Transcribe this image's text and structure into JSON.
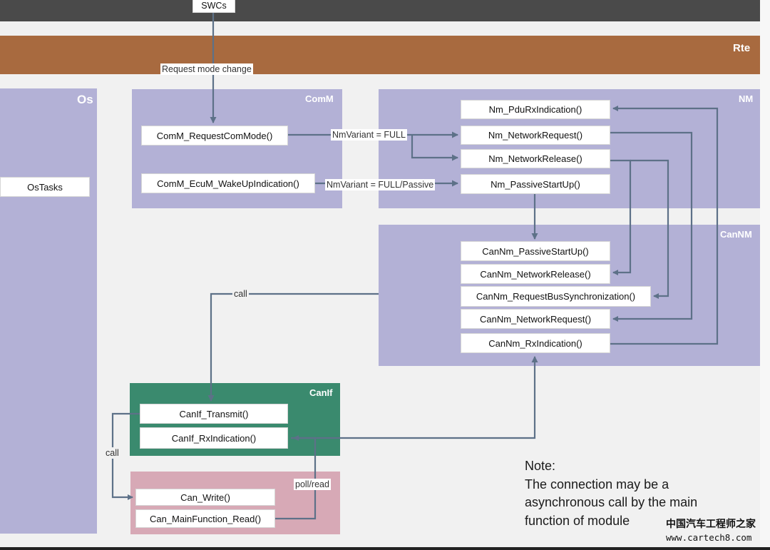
{
  "top_bar": {
    "label": "SWCs"
  },
  "rte": {
    "label": "Rte"
  },
  "os": {
    "label": "Os",
    "task": "OsTasks"
  },
  "comm": {
    "label": "ComM",
    "request": "ComM_RequestComMode()",
    "wakeup": "ComM_EcuM_WakeUpIndication()"
  },
  "nm": {
    "label": "NM",
    "pdu_rx": "Nm_PduRxIndication()",
    "net_req": "Nm_NetworkRequest()",
    "net_rel": "Nm_NetworkRelease()",
    "passive": "Nm_PassiveStartUp()"
  },
  "cannm": {
    "label": "CanNM",
    "passive": "CanNm_PassiveStartUp()",
    "net_rel": "CanNm_NetworkRelease()",
    "bus_sync": "CanNm_RequestBusSynchronization()",
    "net_req": "CanNm_NetworkRequest()",
    "rx": "CanNm_RxIndication()"
  },
  "canif": {
    "label": "CanIf",
    "transmit": "CanIf_Transmit()",
    "rx": "CanIf_RxIndication()"
  },
  "can": {
    "write": "Can_Write()",
    "main_read": "Can_MainFunction_Read()"
  },
  "edge_labels": {
    "mode_change": "Request mode change",
    "nm_full": "NmVariant = FULL",
    "nm_full_passive": "NmVariant = FULL/Passive",
    "call1": "call",
    "call2": "call",
    "poll": "poll/read"
  },
  "note": {
    "title": "Note:",
    "line1": "The connection may be a",
    "line2": "asynchronous call by the main",
    "line3": "function of module"
  },
  "watermark": {
    "line1": "中国汽车工程师之家",
    "line2": "www.cartech8.com"
  },
  "colors": {
    "rte": "#a86a3f",
    "top": "#4a4a4a",
    "lavender": "#b3b1d6",
    "canif": "#3a8a6e",
    "can": "#d7a9b6",
    "arrow": "#5d7188"
  }
}
